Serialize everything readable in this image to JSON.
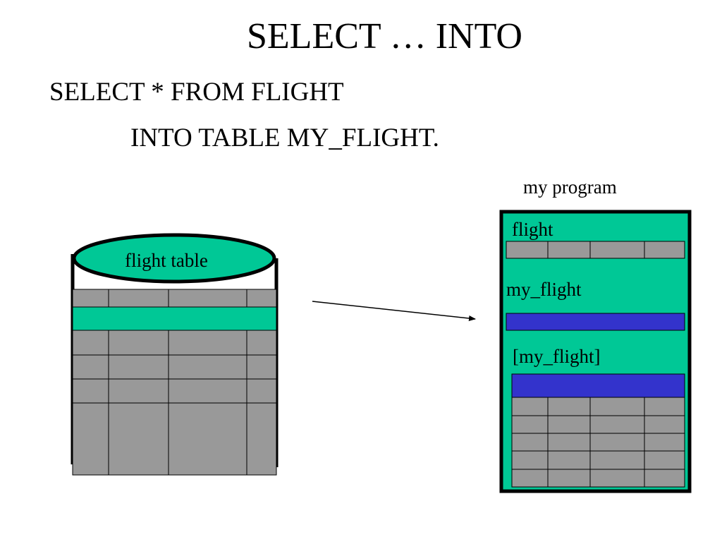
{
  "slide": {
    "title": "SELECT … INTO",
    "code_line1": "SELECT * FROM FLIGHT",
    "code_line2": "INTO TABLE MY_FLIGHT."
  },
  "db_table": {
    "label": "flight table"
  },
  "program": {
    "label": "my program",
    "flight_label": "flight",
    "work_area_label": "my_flight",
    "internal_table_label": "[my_flight]"
  },
  "colors": {
    "green": "#00c896",
    "blue": "#3333cc",
    "grey": "#999999"
  }
}
